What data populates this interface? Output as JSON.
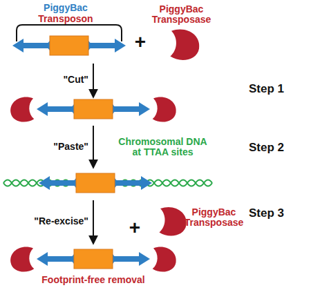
{
  "diagram": {
    "labels": [
      "PiggyBac",
      "Transposon",
      "PiggyBac Transposase",
      "+",
      "\"Cut\"",
      "Step 1",
      "\"Paste\"",
      "Chromosomal DNA at TTAA sites",
      "Step 2",
      "\"Re-excise\"",
      "+",
      "PiggyBac Transposase",
      "Step 3",
      "Footprint-free removal"
    ]
  }
}
